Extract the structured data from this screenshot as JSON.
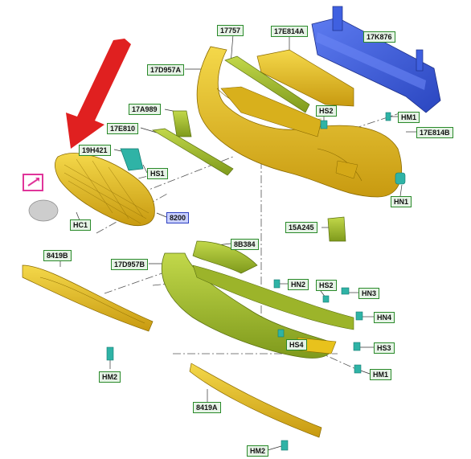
{
  "labels": {
    "l17757": "17757",
    "l17E814A": "17E814A",
    "l17K876": "17K876",
    "l17D957A": "17D957A",
    "l17A989": "17A989",
    "lHS2a": "HS2",
    "lHM1a": "HM1",
    "l17E810": "17E810",
    "l17E814B": "17E814B",
    "l19H421": "19H421",
    "lHS1": "HS1",
    "l8200": "8200",
    "lHC1": "HC1",
    "lHN1": "HN1",
    "l15A245": "15A245",
    "l8B384": "8B384",
    "l8419B": "8419B",
    "l17D957B": "17D957B",
    "lHN2": "HN2",
    "lHS2b": "HS2",
    "lHN3": "HN3",
    "lHN4": "HN4",
    "lHS4": "HS4",
    "lHS3": "HS3",
    "lHM2a": "HM2",
    "lHM1b": "HM1",
    "l8419A": "8419A",
    "lHM2b": "HM2"
  },
  "colors": {
    "yellow_part": "#e8c21c",
    "olive_part": "#a3bf2a",
    "blue_part": "#3a5ad6",
    "grey_part": "#c8c8c8",
    "teal_clip": "#2fb3a6",
    "arrow": "#e02020",
    "label_border_green": "#2a8a2a",
    "label_fill_blue": "#c9d0ff",
    "marker_icon": "#e0359a"
  },
  "icons": [
    "red-pointer-arrow",
    "fog-lamp-marker-icon"
  ]
}
